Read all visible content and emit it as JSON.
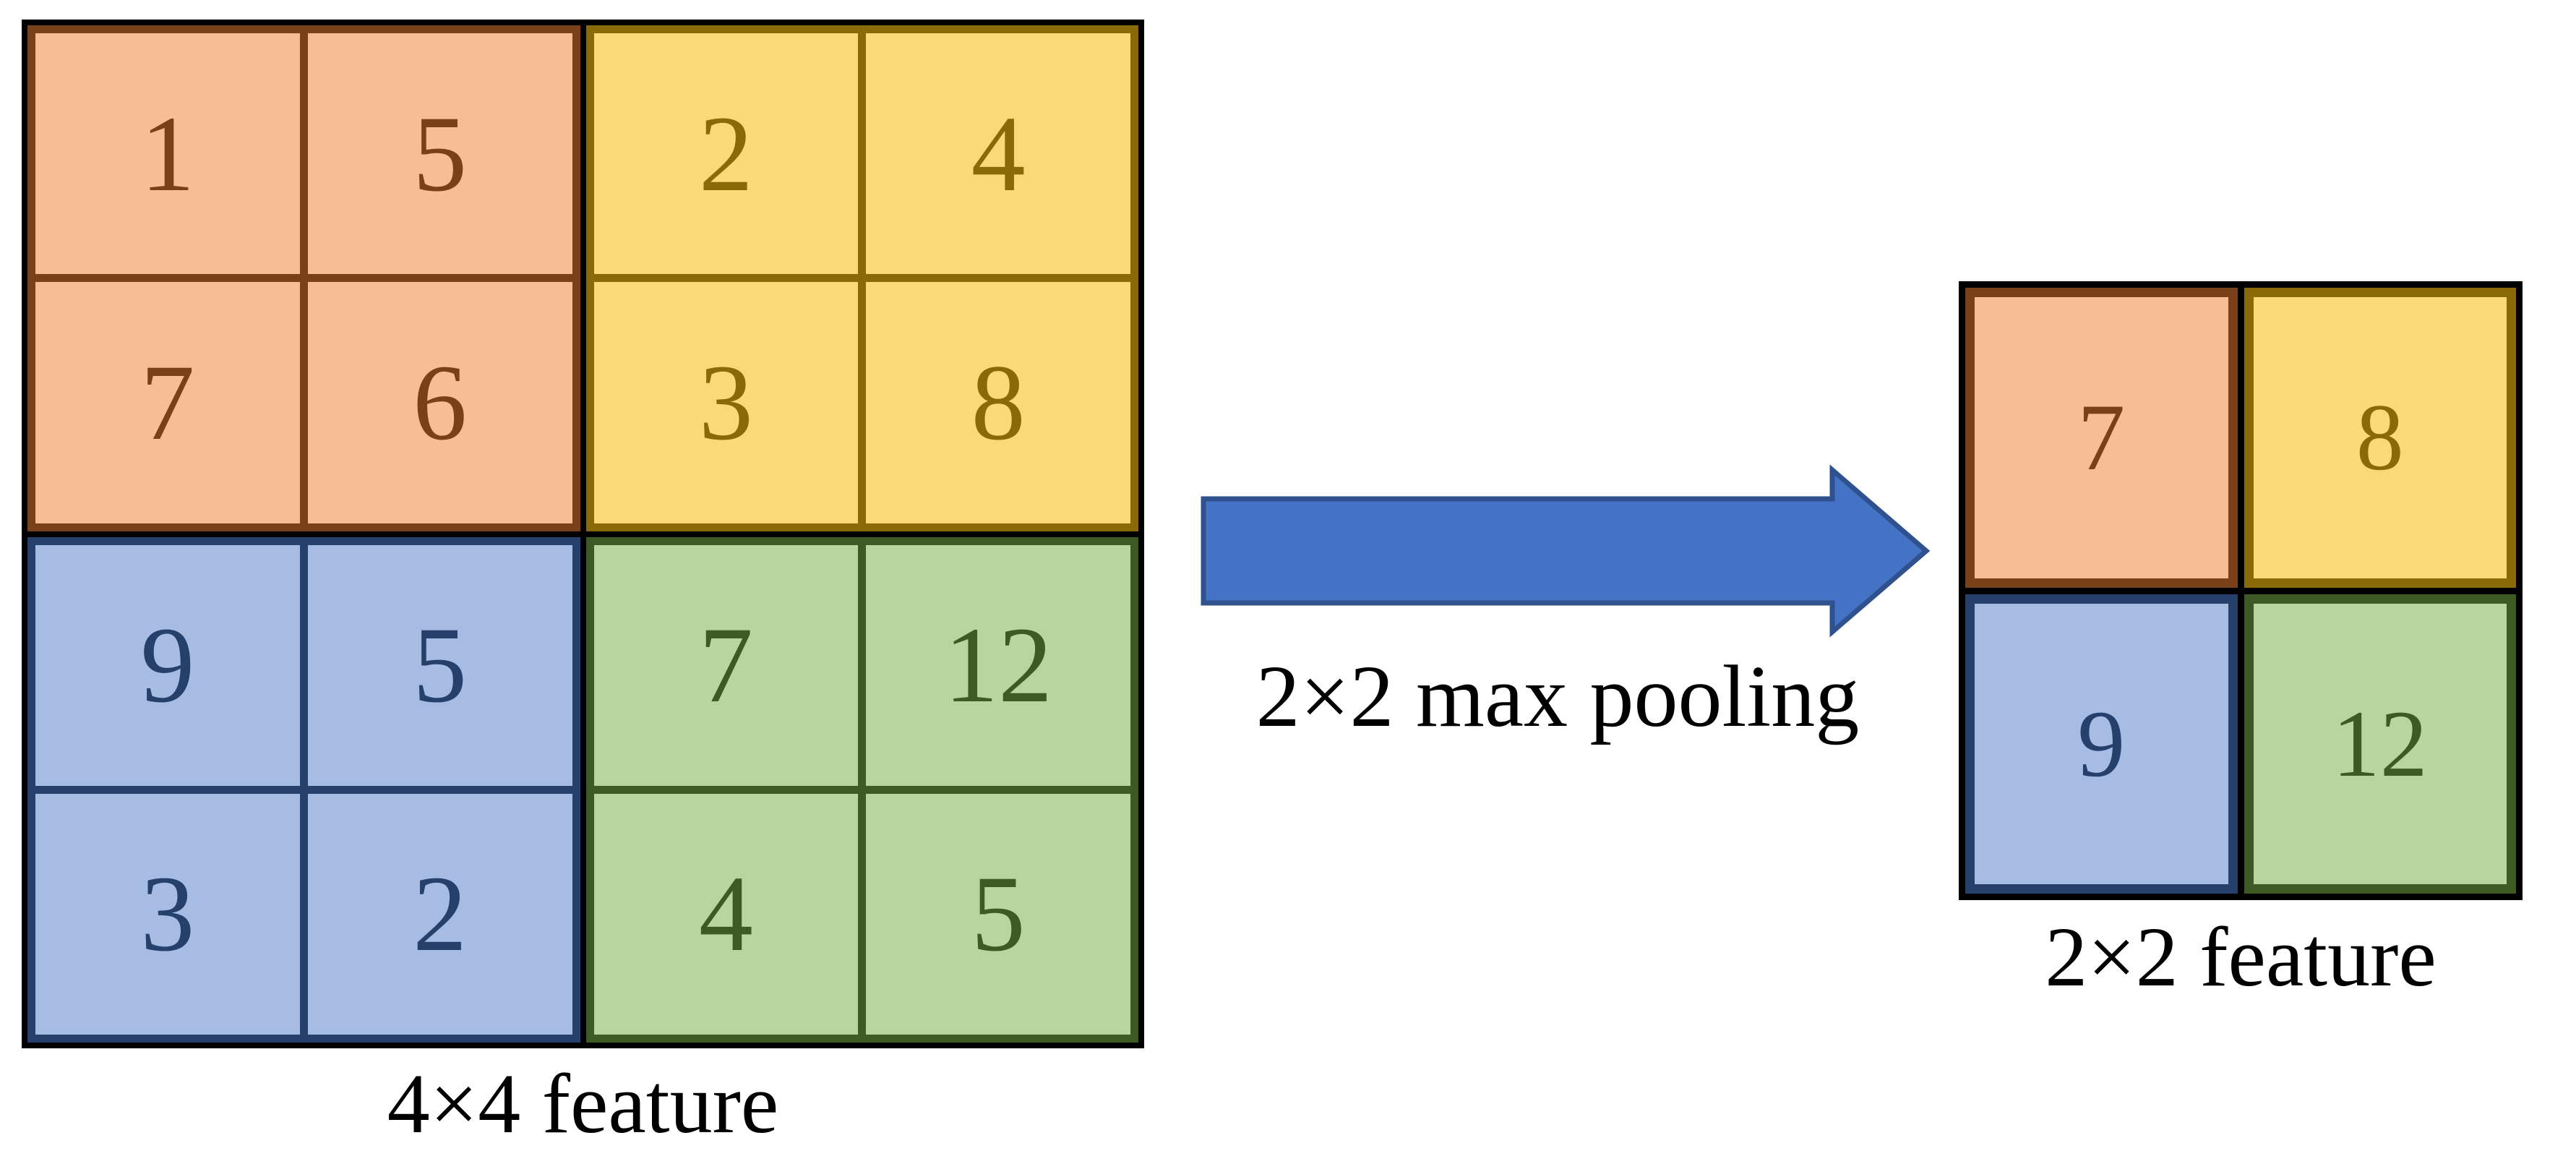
{
  "diagram": {
    "title": "2x2 max pooling",
    "type": "max-pooling-illustration"
  },
  "input": {
    "caption": "4×4 feature",
    "rows": 4,
    "cols": 4,
    "matrix": [
      [
        1,
        5,
        2,
        4
      ],
      [
        7,
        6,
        3,
        8
      ],
      [
        9,
        5,
        7,
        12
      ],
      [
        3,
        2,
        4,
        5
      ]
    ],
    "quadrants": [
      {
        "name": "top-left",
        "color_key": "orange",
        "fill": "#F5BE94",
        "stroke": "#7A4018",
        "values": [
          [
            1,
            5
          ],
          [
            7,
            6
          ]
        ],
        "max": 7
      },
      {
        "name": "top-right",
        "color_key": "yellow",
        "fill": "#F9D978",
        "stroke": "#8A6A06",
        "values": [
          [
            2,
            4
          ],
          [
            3,
            8
          ]
        ],
        "max": 8
      },
      {
        "name": "bottom-left",
        "color_key": "blue",
        "fill": "#A6BCE2",
        "stroke": "#26406C",
        "values": [
          [
            9,
            5
          ],
          [
            3,
            2
          ]
        ],
        "max": 9
      },
      {
        "name": "bottom-right",
        "color_key": "green",
        "fill": "#B8D5A0",
        "stroke": "#3C5A22",
        "values": [
          [
            7,
            12
          ],
          [
            4,
            5
          ]
        ],
        "max": 12
      }
    ]
  },
  "operation": {
    "label": "2×2 max pooling",
    "arrow_color": "#4472C4",
    "arrow_outline": "#2F528F",
    "direction": "right"
  },
  "output": {
    "caption": "2×2 feature",
    "rows": 2,
    "cols": 2,
    "matrix": [
      [
        7,
        8
      ],
      [
        9,
        12
      ]
    ],
    "cells": [
      {
        "value": 7,
        "color_key": "orange",
        "fill": "#F5BE94",
        "stroke": "#7A4018"
      },
      {
        "value": 8,
        "color_key": "yellow",
        "fill": "#F9D978",
        "stroke": "#8A6A06"
      },
      {
        "value": 9,
        "color_key": "blue",
        "fill": "#A6BCE2",
        "stroke": "#26406C"
      },
      {
        "value": 12,
        "color_key": "green",
        "fill": "#B8D5A0",
        "stroke": "#3C5A22"
      }
    ]
  },
  "colors": {
    "background": "#FFFFFF",
    "frame": "#000000",
    "text": "#000000"
  }
}
